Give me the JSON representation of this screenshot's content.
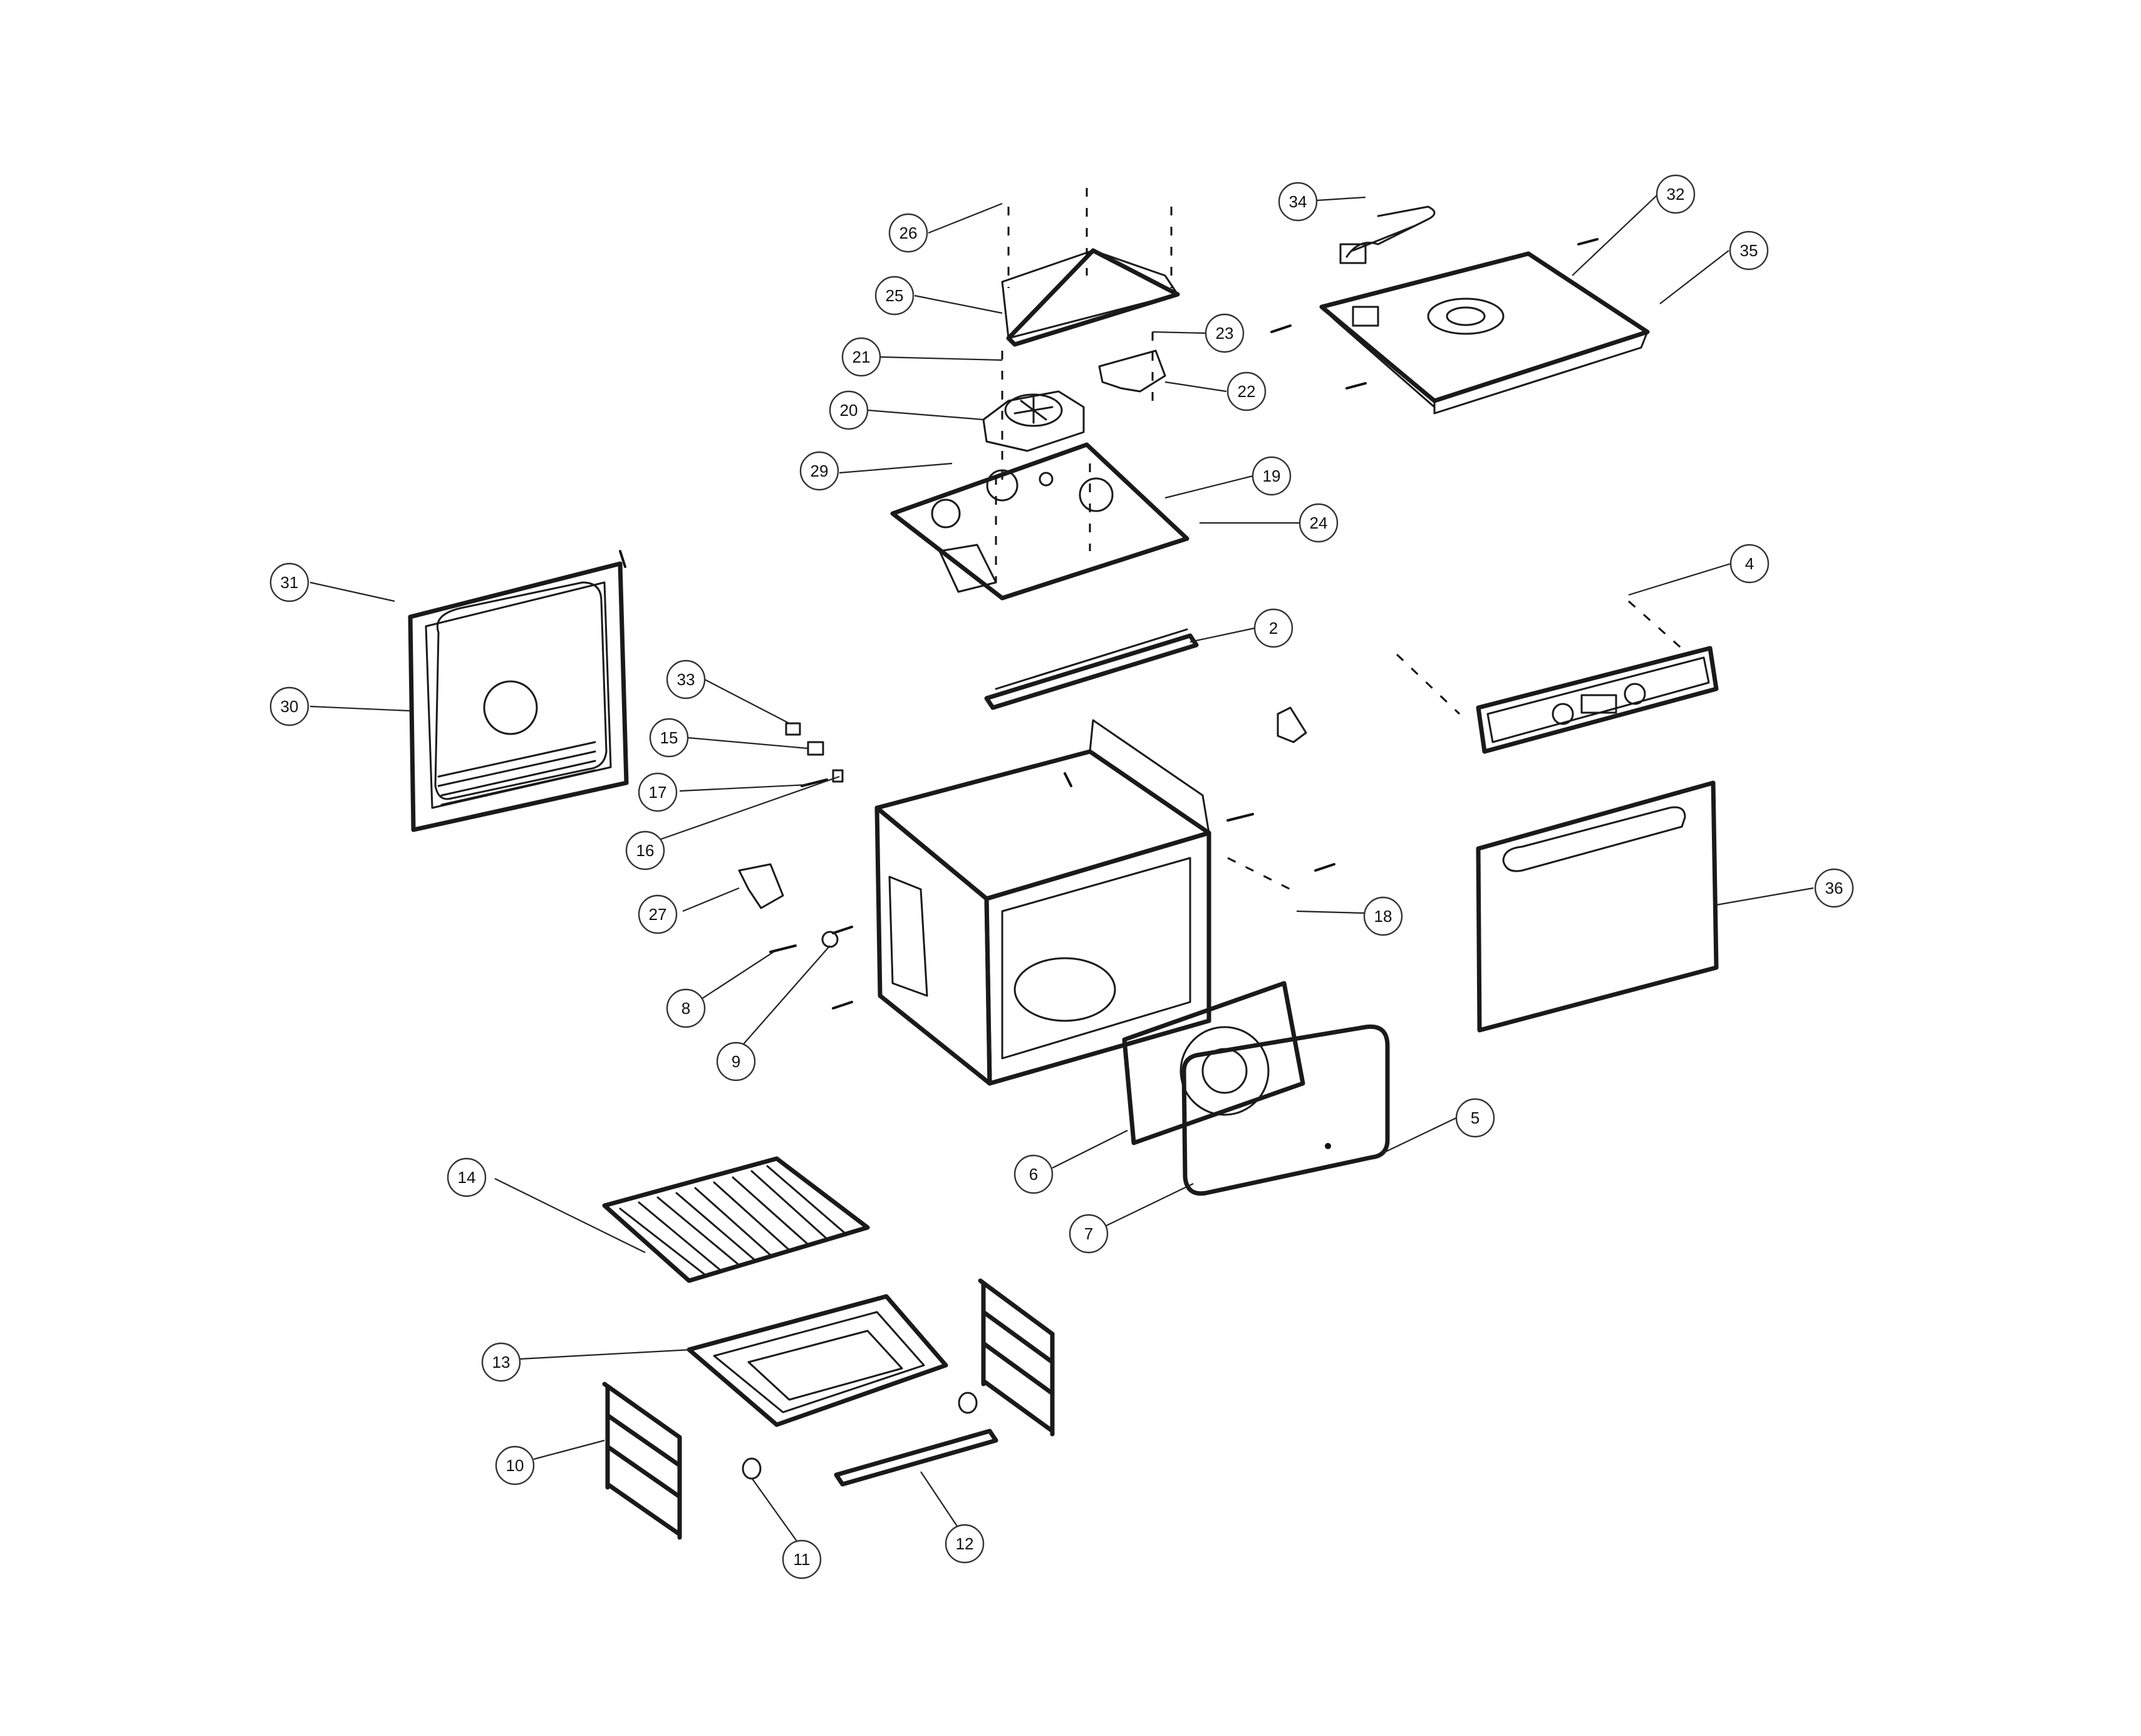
{
  "callouts": [
    {
      "id": "c1",
      "label": "2"
    },
    {
      "id": "c2",
      "label": "4"
    },
    {
      "id": "c3",
      "label": "5"
    },
    {
      "id": "c4",
      "label": "6"
    },
    {
      "id": "c5",
      "label": "7"
    },
    {
      "id": "c6",
      "label": "8"
    },
    {
      "id": "c7",
      "label": "9"
    },
    {
      "id": "c8",
      "label": "10"
    },
    {
      "id": "c9",
      "label": "11"
    },
    {
      "id": "c10",
      "label": "12"
    },
    {
      "id": "c11",
      "label": "13"
    },
    {
      "id": "c12",
      "label": "14"
    },
    {
      "id": "c13",
      "label": "15"
    },
    {
      "id": "c14",
      "label": "16"
    },
    {
      "id": "c15",
      "label": "17"
    },
    {
      "id": "c16",
      "label": "18"
    },
    {
      "id": "c17",
      "label": "19"
    },
    {
      "id": "c18",
      "label": "20"
    },
    {
      "id": "c19",
      "label": "21"
    },
    {
      "id": "c20",
      "label": "22"
    },
    {
      "id": "c21",
      "label": "23"
    },
    {
      "id": "c22",
      "label": "24"
    },
    {
      "id": "c23",
      "label": "25"
    },
    {
      "id": "c24",
      "label": "26"
    },
    {
      "id": "c25",
      "label": "27"
    },
    {
      "id": "c26",
      "label": "29"
    },
    {
      "id": "c27",
      "label": "30"
    },
    {
      "id": "c28",
      "label": "31"
    },
    {
      "id": "c29",
      "label": "32"
    },
    {
      "id": "c30",
      "label": "33"
    },
    {
      "id": "c31",
      "label": "34"
    },
    {
      "id": "c32",
      "label": "35"
    },
    {
      "id": "c33",
      "label": "36"
    }
  ]
}
